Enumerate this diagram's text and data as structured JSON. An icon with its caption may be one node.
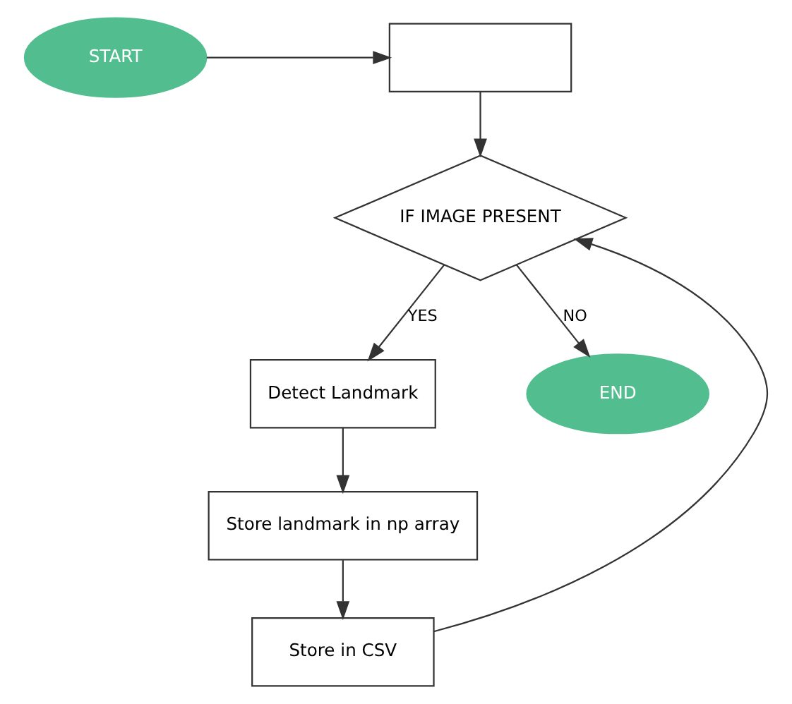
{
  "diagram": {
    "nodes": [
      {
        "text": [
          "START"
        ]
      },
      {
        "text": [],
        "shape": "box"
      },
      {
        "text": [
          "IF IMAGE PRESENT"
        ]
      },
      {
        "text": [
          "Detect Landmark"
        ]
      },
      {
        "text": [
          "Store landmark in np array"
        ]
      },
      {
        "text": [
          "Store in CSV"
        ]
      },
      {
        "text": [
          "END"
        ]
      }
    ],
    "edges": [
      {
        "from": 0,
        "to": 1,
        "arrow": "to"
      },
      {
        "from": 1,
        "to": 2,
        "arrow": "to"
      },
      {
        "from": 2,
        "to": 3,
        "arrow": "to",
        "label": "YES"
      },
      {
        "from": 2,
        "to": 6,
        "arrow": "to",
        "label": "NO"
      },
      {
        "from": 3,
        "to": 4,
        "arrow": "to"
      },
      {
        "from": 4,
        "to": 5,
        "arrow": "to"
      },
      {
        "from": 5,
        "to": 2,
        "arrow": "to"
      }
    ]
  }
}
